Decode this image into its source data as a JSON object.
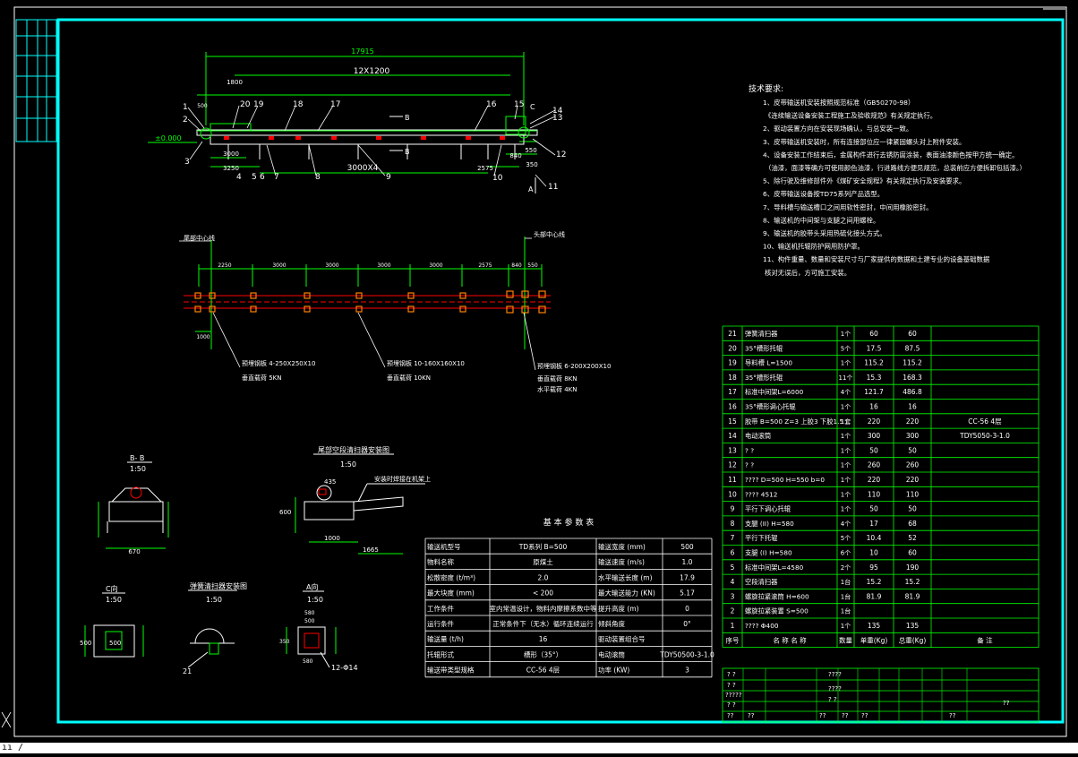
{
  "tech_requirements": {
    "title": "技术要求:",
    "items": [
      "1、皮带输送机安装按照规范标准（GB50270-98）",
      "《连续输送设备安装工程施工及验收规范》有关规定执行。",
      "2、驱动装置方向在安装现场确认，与总安装一致。",
      "3、皮带输送机安装时，所有连接部位应一律紧固螺头对上附件安装。",
      "4、设备安装工作结束后，金属构件进行去锈防腐涂装，表面油漆颜色按甲方统一确定。",
      "（油漆，面漆等确方可使用颜色油漆，行进路线方便见规范，总装前应方便拆卸包括漆。）",
      "5、除行驶及维修部件外《煤矿安全规程》有关规定执行及安装要求。",
      "6、皮带输送设备按TD75系列产品选型。",
      "7、导料槽与输送槽口之间用软性密封，中间用橡胶密封。",
      "8、输送机的中间架与支腿之间用螺栓。",
      "9、输送机的胶带头采用热硫化接头方式。",
      "10、输送机托辊防护网用防护罩。",
      "11、构件重量、数量和安装尺寸与厂家提供的数据和土建专业的设备基础数据",
      "核对无误后，方可施工安装。"
    ]
  },
  "top_view": {
    "dim_total": "17915",
    "dim_span": "12X1200",
    "dim_1800": "1800",
    "dim_500": "500",
    "dim_3000": "3000",
    "dim_3250": "3250",
    "dim_3000x4": "3000X4",
    "dim_2575": "2575",
    "dim_840": "840",
    "dim_550": "550",
    "dim_350": "350",
    "elev": "±0.000",
    "section_b": "B",
    "section_c": "C",
    "section_a": "A",
    "leaders": [
      "1",
      "2",
      "3",
      "4",
      "5",
      "6",
      "7",
      "8",
      "9",
      "10",
      "11",
      "12",
      "13",
      "14",
      "15",
      "16",
      "17",
      "18",
      "19",
      "20"
    ]
  },
  "plan_view": {
    "label_tail": "尾部中心线",
    "label_head": "头部中心线",
    "dims": [
      "2250",
      "3000",
      "3000",
      "3000",
      "3000",
      "2575",
      "840",
      "550"
    ],
    "dim_1000": "1000",
    "note1_a": "预埋钢板 4-250X250X10",
    "note1_b": "垂直载荷 5KN",
    "note2_a": "预埋钢板 10-160X160X10",
    "note2_b": "垂直载荷 10KN",
    "note3_a": "预埋钢板 6-200X200X10",
    "note3_b": "垂直载荷 8KN",
    "note3_c": "水平载荷 4KN"
  },
  "section_bb": {
    "title": "B- B",
    "scale": "1:50",
    "dim": "670"
  },
  "section_sweeper": {
    "title": "尾部空段清扫器安装图",
    "scale": "1:50",
    "note": "安装时焊接在机架上",
    "dims": [
      "435",
      "1000",
      "1665",
      "600"
    ]
  },
  "view_c": {
    "title": "C向",
    "scale": "1:50",
    "dims": [
      "500",
      "500"
    ]
  },
  "view_belt": {
    "title": "弹簧清扫器安装图",
    "scale": "1:50",
    "leader": "21"
  },
  "view_a": {
    "title": "A向",
    "scale": "1:50",
    "note": "12-Φ14",
    "dims": [
      "580",
      "500",
      "580",
      "350"
    ]
  },
  "params": {
    "title": "基 本 参 数 表",
    "rows": [
      [
        "输送机型号",
        "TD系列 B=500",
        "输送宽度 (mm)",
        "500"
      ],
      [
        "物料名称",
        "原煤土",
        "输送速度 (m/s)",
        "1.0"
      ],
      [
        "松散密度 (t/m³)",
        "2.0",
        "水平输送长度 (m)",
        "17.9"
      ],
      [
        "最大块度 (mm)",
        "< 200",
        "最大输送能力 (KN)",
        "5.17"
      ],
      [
        "工作条件",
        "室内常温设计，物料内摩擦系数中等",
        "提升高度 (m)",
        "0"
      ],
      [
        "运行条件",
        "正常条件下（无水）循环连续运行",
        "倾斜角度",
        "0°"
      ],
      [
        "输送量 (t/h)",
        "16",
        "驱动装置组合号",
        ""
      ],
      [
        "托辊形式",
        "槽形（35°）",
        "电动滚筒",
        "TDY50500-3-1.0"
      ],
      [
        "输送带类型规格",
        "CC-56  4层",
        "功率 (KW)",
        "3"
      ]
    ]
  },
  "bom": {
    "rows": [
      [
        "21",
        "弹簧清扫器",
        "1个",
        "60",
        "60",
        ""
      ],
      [
        "20",
        "35°槽形托辊",
        "5个",
        "17.5",
        "87.5",
        ""
      ],
      [
        "19",
        "导料槽 L=1500",
        "1个",
        "115.2",
        "115.2",
        ""
      ],
      [
        "18",
        "35°槽形托辊",
        "11个",
        "15.3",
        "168.3",
        ""
      ],
      [
        "17",
        "标准中间架L=6000",
        "4个",
        "121.7",
        "486.8",
        ""
      ],
      [
        "16",
        "35°槽形调心托辊",
        "1个",
        "16",
        "16",
        ""
      ],
      [
        "15",
        "胶带 B=500 Z=3 上胶3  下胶1.5",
        "1套",
        "220",
        "220",
        "CC-56 4层"
      ],
      [
        "14",
        "电动滚筒",
        "1个",
        "300",
        "300",
        "TDY5050-3-1.0"
      ],
      [
        "13",
        "?        ?",
        "1个",
        "50",
        "50",
        ""
      ],
      [
        "12",
        "?        ?",
        "1个",
        "260",
        "260",
        ""
      ],
      [
        "11",
        "???? D=500 H=550 b=0",
        "1个",
        "220",
        "220",
        ""
      ],
      [
        "10",
        "???? 4512",
        "1个",
        "110",
        "110",
        ""
      ],
      [
        "9",
        "平行下调心托辊",
        "1个",
        "50",
        "50",
        ""
      ],
      [
        "8",
        "支腿 (II) H=580",
        "4个",
        "17",
        "68",
        ""
      ],
      [
        "7",
        "平行下托辊",
        "5个",
        "10.4",
        "52",
        ""
      ],
      [
        "6",
        "支腿 (I) H=580",
        "6个",
        "10",
        "60",
        ""
      ],
      [
        "5",
        "标准中间架L=4580",
        "2个",
        "95",
        "190",
        ""
      ],
      [
        "4",
        "空段清扫器",
        "1台",
        "15.2",
        "15.2",
        ""
      ],
      [
        "3",
        "螺旋拉紧滚筒 H=600",
        "1台",
        "81.9",
        "81.9",
        ""
      ],
      [
        "2",
        "螺旋拉紧装置 S=500",
        "1台",
        "",
        "",
        " "
      ],
      [
        "1",
        "???? Φ400",
        "1个",
        "135",
        "135",
        ""
      ]
    ],
    "header": [
      "序号",
      "名 称 名 称",
      "数量",
      "单重(Kg)",
      "总重(Kg)",
      "备  注"
    ]
  },
  "title_block": {
    "cells": [
      "?  ?",
      "????",
      "?  ?",
      "?????",
      "????",
      "?  ?",
      "??",
      "?  ?",
      "??",
      "??",
      "??",
      "??",
      "??",
      "??"
    ]
  },
  "status": {
    "text": "ıı /"
  },
  "colors": {
    "frame": "#00ffff",
    "dim": "#00ff00",
    "line": "#ffffff",
    "part": "#ff0000",
    "accent": "#ff8000",
    "yellow": "#ffff00"
  }
}
